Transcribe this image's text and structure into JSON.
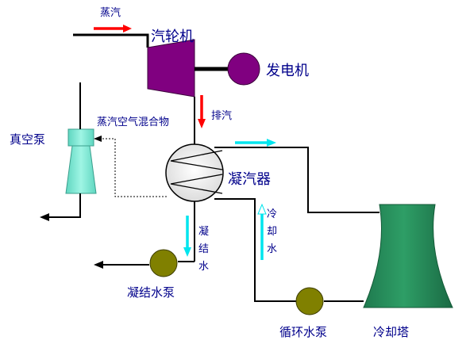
{
  "labels": {
    "steam_in": "蒸汽",
    "turbine": "汽轮机",
    "generator": "发电机",
    "exhaust": "排汽",
    "mixture": "蒸汽空气混合物",
    "vacuum_pump": "真空泵",
    "condenser": "凝汽器",
    "condensate_v": [
      "凝",
      "结",
      "水"
    ],
    "cooling_water_v": [
      "冷",
      "却",
      "水"
    ],
    "condensate_pump": "凝结水泵",
    "circulating_pump": "循环水泵",
    "cooling_tower": "冷却塔"
  },
  "colors": {
    "turbine": "#800080",
    "generator": "#800080",
    "vacuum_pump": "#7fffd4",
    "pump": "#808000",
    "tower": "#1f7a4f",
    "steam_arrow": "#ff0000",
    "water_arrow": "#00e5ee",
    "label": "#00008b",
    "pipe": "#000000"
  }
}
